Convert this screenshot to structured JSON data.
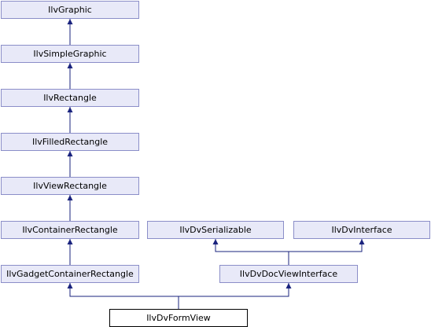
{
  "diagram": {
    "nodes": {
      "graphic": "IlvGraphic",
      "simple_graphic": "IlvSimpleGraphic",
      "rectangle": "IlvRectangle",
      "filled_rectangle": "IlvFilledRectangle",
      "view_rectangle": "IlvViewRectangle",
      "container_rectangle": "IlvContainerRectangle",
      "gadget_container_rectangle": "IlvGadgetContainerRectangle",
      "dv_serializable": "IlvDvSerializable",
      "dv_interface": "IlvDvInterface",
      "dv_doc_view_interface": "IlvDvDocViewInterface",
      "dv_form_view": "IlvDvFormView"
    },
    "colors": {
      "edge": "#1a237e",
      "node_fill": "#e8e9f8",
      "node_border": "#8b8ec8",
      "current_fill": "#ffffff",
      "current_border": "#000000"
    }
  }
}
